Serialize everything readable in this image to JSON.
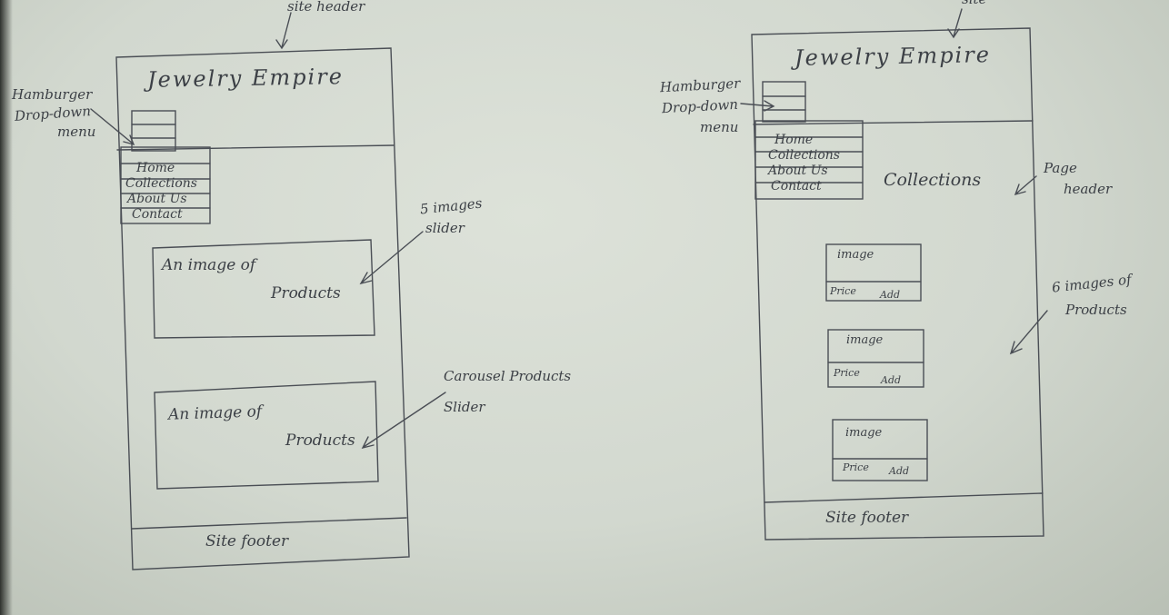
{
  "left": {
    "site_header_label": "site header",
    "title": "Jewelry Empire",
    "hamburger_label_1": "Hamburger",
    "hamburger_label_2": "Drop-down",
    "hamburger_label_3": "menu",
    "menu": [
      "Home",
      "Collections",
      "About Us",
      "Contact"
    ],
    "slider_text_1": "An image of",
    "slider_text_2": "Products",
    "slider_note_1": "5 images",
    "slider_note_2": "slider",
    "carousel_text_1": "An image of",
    "carousel_text_2": "Products",
    "carousel_note_1": "Carousel Products",
    "carousel_note_2": "Slider",
    "footer": "Site footer"
  },
  "right": {
    "site_header_label": "site",
    "title": "Jewelry Empire",
    "hamburger_label_1": "Hamburger",
    "hamburger_label_2": "Drop-down",
    "hamburger_label_3": "menu",
    "menu": [
      "Home",
      "Collections",
      "About Us",
      "Contact"
    ],
    "page_header": "Collections",
    "page_header_note_1": "Page",
    "page_header_note_2": "header",
    "products": [
      {
        "image": "image",
        "price": "Price",
        "add": "Add"
      },
      {
        "image": "image",
        "price": "Price",
        "add": "Add"
      },
      {
        "image": "image",
        "price": "Price",
        "add": "Add"
      }
    ],
    "products_note_1": "6 images of",
    "products_note_2": "Products",
    "footer": "Site footer"
  }
}
